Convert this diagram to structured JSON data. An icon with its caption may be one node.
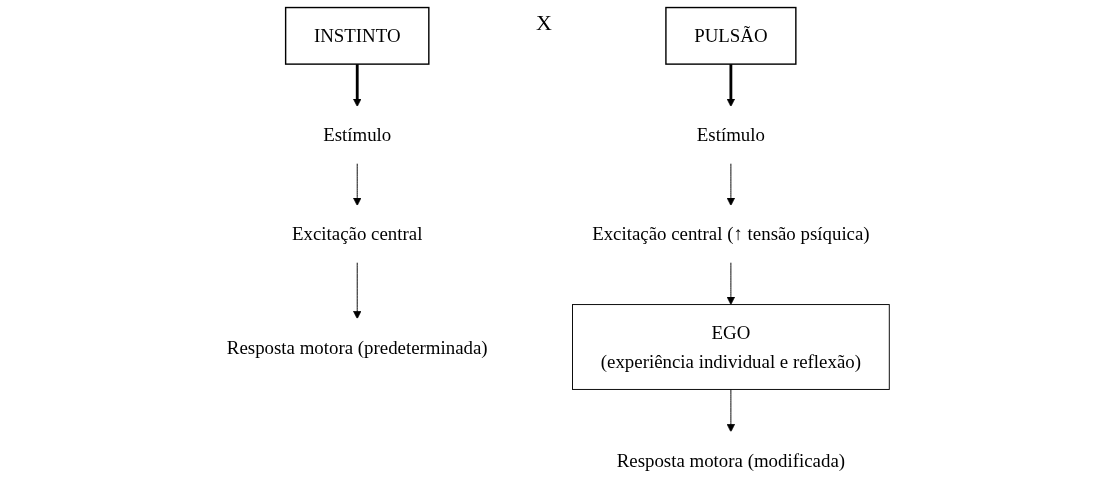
{
  "diagram": {
    "nodes": [
      {
        "text": [
          "INSTINTO"
        ]
      },
      {
        "text": [
          "Estímulo"
        ]
      },
      {
        "text": [
          "Excitação central"
        ]
      },
      {
        "text": [
          "Resposta motora (predeterminada)"
        ]
      },
      {
        "text": [
          "PULSÃO"
        ]
      },
      {
        "text": [
          "Estímulo"
        ]
      },
      {
        "text": [
          "Excitação central (↑ tensão psíquica)"
        ]
      },
      {
        "text": [
          "EGO",
          "(experiência individual e reflexão)"
        ]
      },
      {
        "text": [
          "Resposta motora (modificada)"
        ]
      }
    ],
    "edges": [
      {
        "from": 0,
        "to": 1,
        "arrow": "to",
        "style": "thick"
      },
      {
        "from": 1,
        "to": 2,
        "arrow": "to"
      },
      {
        "from": 2,
        "to": 3,
        "arrow": "to"
      },
      {
        "from": 4,
        "to": 5,
        "arrow": "to",
        "style": "thick"
      },
      {
        "from": 5,
        "to": 6,
        "arrow": "to"
      },
      {
        "from": 6,
        "to": 7,
        "arrow": "to"
      },
      {
        "from": 7,
        "to": 8,
        "arrow": "to"
      }
    ],
    "labels": [
      "X"
    ]
  }
}
